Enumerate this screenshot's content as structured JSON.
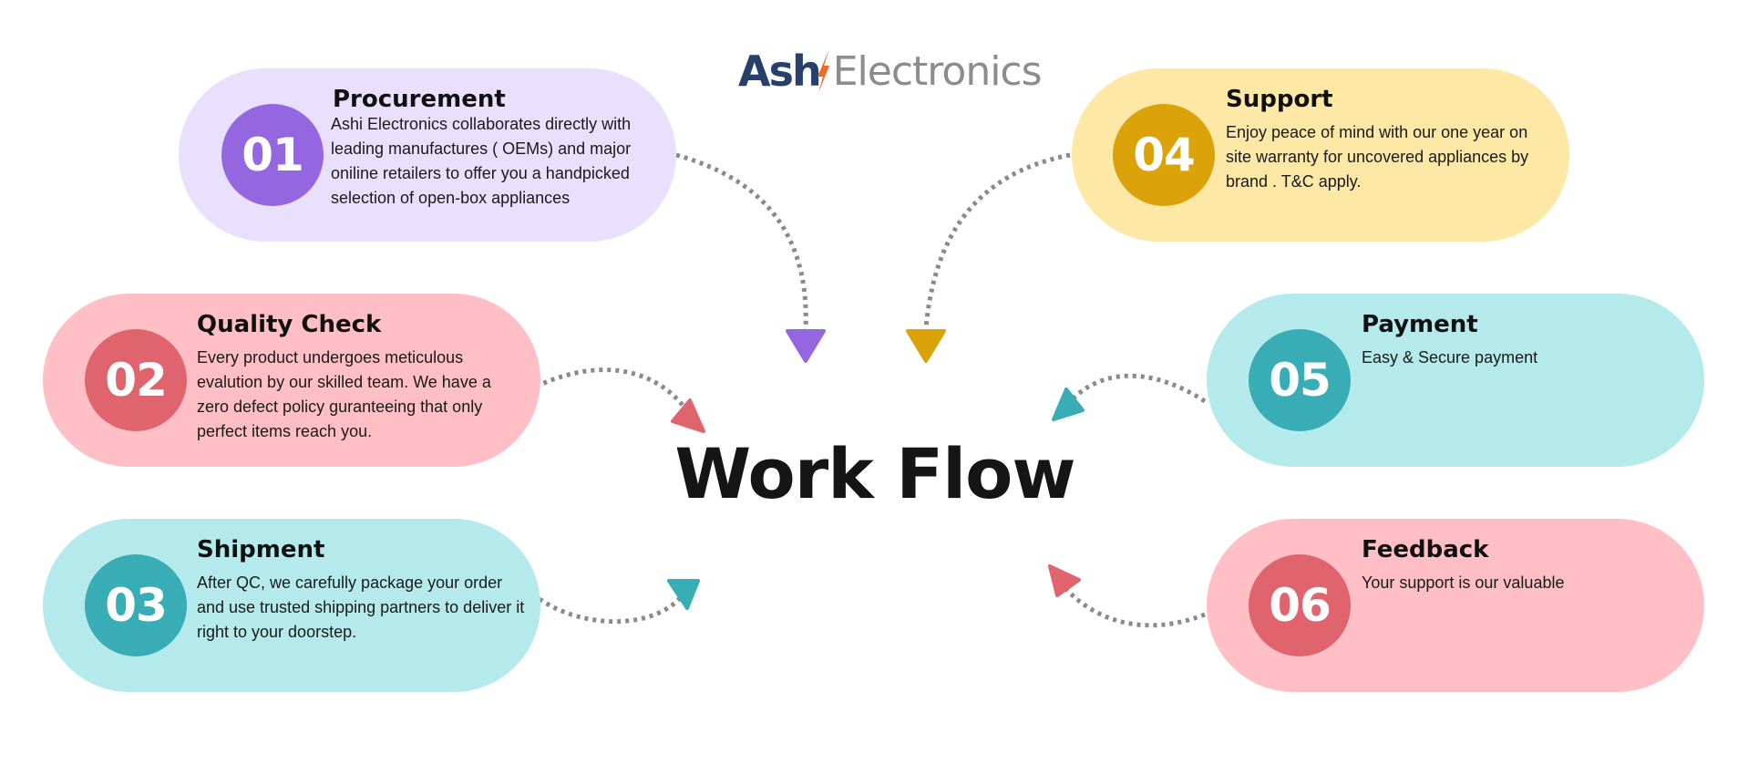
{
  "logo": {
    "part1": "Ash",
    "part2": "Electronics"
  },
  "title": "Work Flow",
  "steps": [
    {
      "number": "01",
      "title": "Procurement",
      "desc": "Ashi Electronics collaborates directly with leading manufactures ( OEMs) and major oniline retailers to offer you a handpicked selection of open-box appliances",
      "pill_color": "#e8e0fc",
      "badge_color": "#9466e0"
    },
    {
      "number": "02",
      "title": "Quality Check",
      "desc": "Every product undergoes meticulous evalution by our skilled team. We have a zero defect policy guranteeing that only perfect items reach you.",
      "pill_color": "#ffbfc4",
      "badge_color": "#e0646e"
    },
    {
      "number": "03",
      "title": "Shipment",
      "desc": "After QC, we carefully package your order and use trusted shipping partners to deliver it right to your doorstep.",
      "pill_color": "#b4eaec",
      "badge_color": "#38adb5"
    },
    {
      "number": "04",
      "title": "Support",
      "desc": "Enjoy peace of mind with our one year on site warranty for uncovered appliances by brand . T&C apply.",
      "pill_color": "#fde8a6",
      "badge_color": "#dba209"
    },
    {
      "number": "05",
      "title": "Payment",
      "desc": "Easy & Secure payment",
      "pill_color": "#b4eaec",
      "badge_color": "#38adb5"
    },
    {
      "number": "06",
      "title": "Feedback",
      "desc": "Your support is our valuable",
      "pill_color": "#ffbfc4",
      "badge_color": "#e0646e"
    }
  ],
  "colors": {
    "dots": "#8a8a8a",
    "arrow_01": "#9466e0",
    "arrow_02": "#e0646e",
    "arrow_03": "#38adb5",
    "arrow_04": "#dba209",
    "arrow_05": "#38adb5",
    "arrow_06": "#e0646e",
    "logo_bolt": "#f06a22"
  }
}
